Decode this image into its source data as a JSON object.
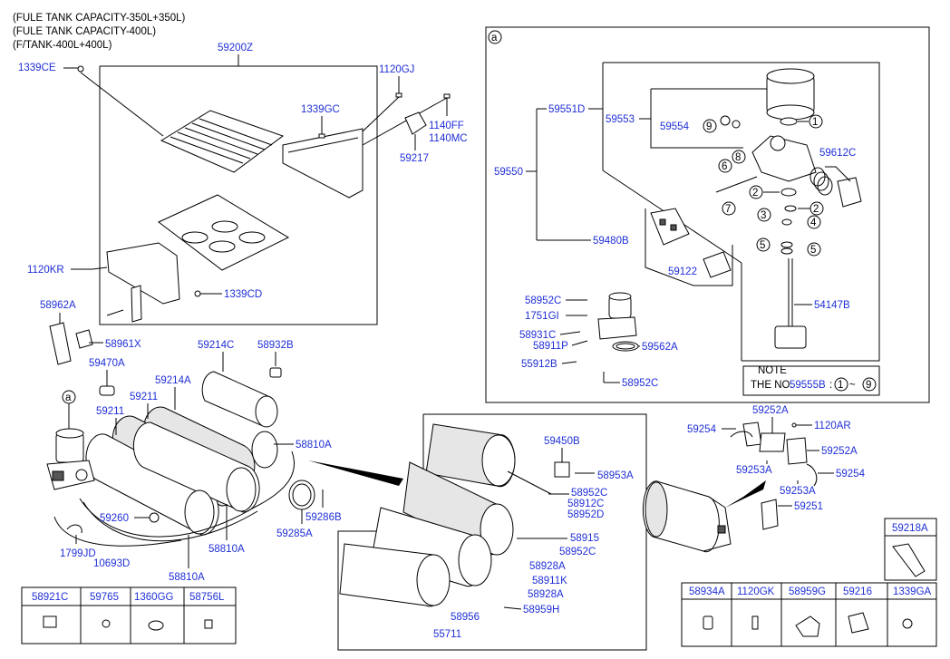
{
  "header": {
    "lines": [
      "(FULE TANK CAPACITY-350L+350L)",
      "(FULE TANK CAPACITY-400L)",
      "(F/TANK-400L+400L)"
    ]
  },
  "callouts": {
    "p59200Z": "59200Z",
    "p1339CE": "1339CE",
    "p1120GJ": "1120GJ",
    "p1339GC": "1339GC",
    "p1140FF": "1140FF",
    "p1140MC": "1140MC",
    "p59217": "59217",
    "p1120KR": "1120KR",
    "p1339CD": "1339CD",
    "p58962A": "58962A",
    "p58961X": "58961X",
    "p59470A": "59470A",
    "p59214C": "59214C",
    "p58932B": "58932B",
    "p59214A": "59214A",
    "p59211a": "59211",
    "p59211b": "59211",
    "p58810Aa": "58810A",
    "p58810Ab": "58810A",
    "p58810Ac": "58810A",
    "p59260": "59260",
    "p1799JD": "1799JD",
    "p10693D": "10693D",
    "p59285A": "59285A",
    "p59286B": "59286B",
    "p59551D": "59551D",
    "p59553": "59553",
    "p59554": "59554",
    "p59612C": "59612C",
    "p59550": "59550",
    "p59480B": "59480B",
    "p59122": "59122",
    "p54147B": "54147B",
    "p58952Ca": "58952C",
    "p1751GI": "1751GI",
    "p58931C": "58931C",
    "p58911P": "58911P",
    "p59562A": "59562A",
    "p55912B": "55912B",
    "p58952Cb": "58952C",
    "p59450B": "59450B",
    "p58953A": "58953A",
    "p58952Cc": "58952C",
    "p58912C": "58912C",
    "p58952D": "58952D",
    "p58915": "58915",
    "p58952Cd": "58952C",
    "p58928Aa": "58928A",
    "p58911K": "58911K",
    "p58928Ab": "58928A",
    "p58959H": "58959H",
    "p58956": "58956",
    "p55711": "55711",
    "p59252Aa": "59252A",
    "p59254a": "59254",
    "p1120AR": "1120AR",
    "p59252Ab": "59252A",
    "p59253Aa": "59253A",
    "p59254b": "59254",
    "p59253Ab": "59253A",
    "p59251": "59251",
    "p59218A": "59218A"
  },
  "refs": {
    "a_main": "a",
    "a_detail": "a",
    "n1a": "1",
    "n1b": "1",
    "n2a": "2",
    "n2b": "2",
    "n3": "3",
    "n4": "4",
    "n5a": "5",
    "n5b": "5",
    "n6": "6",
    "n7": "7",
    "n8": "8",
    "n9": "9"
  },
  "note": {
    "title": "NOTE",
    "line_prefix": "THE NO.",
    "part": "59555B",
    "colon": ":",
    "from": "1",
    "tilde": "~",
    "to": "9"
  },
  "bottom_left_table": [
    "58921C",
    "59765",
    "1360GG",
    "58756L"
  ],
  "bottom_right_table": [
    "58934A",
    "1120GK",
    "58959G",
    "59216",
    "1339GA"
  ]
}
